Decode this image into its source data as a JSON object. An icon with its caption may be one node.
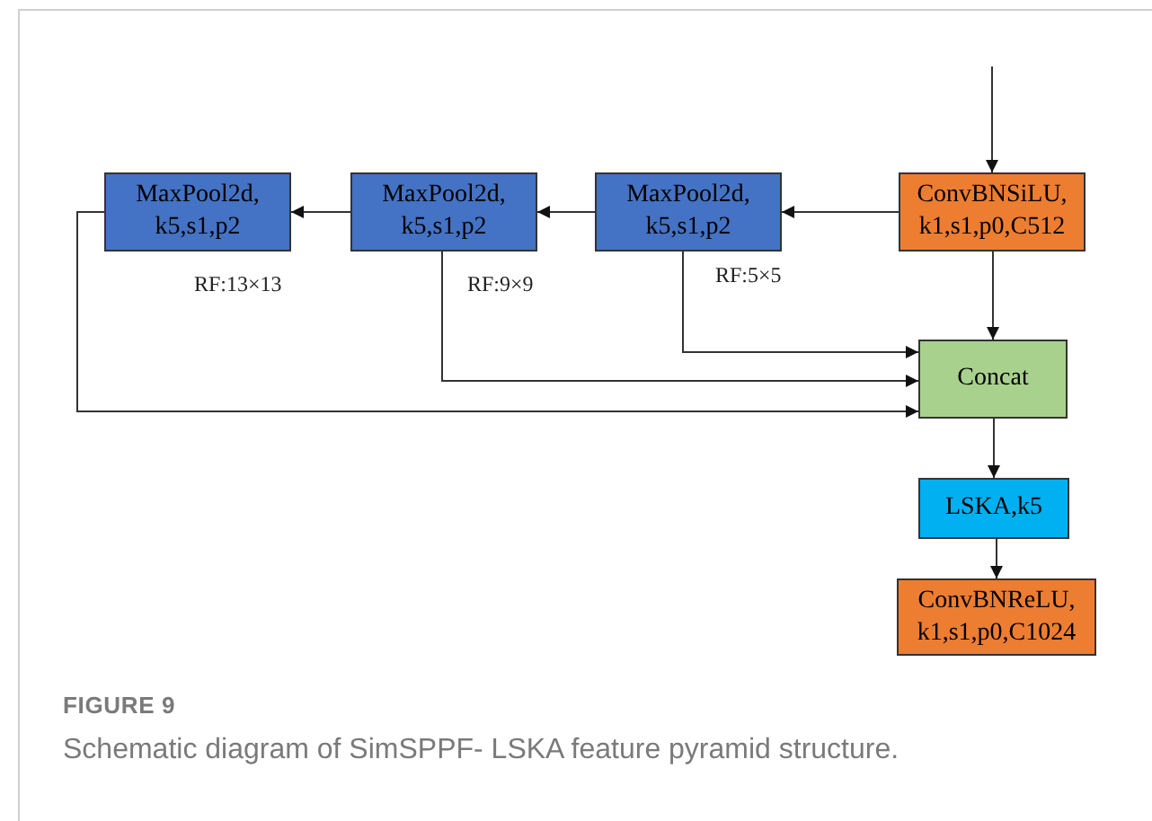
{
  "diagram": {
    "title": "FIGURE 9",
    "caption": "Schematic diagram of SimSPPF- LSKA feature pyramid structure.",
    "nodes": [
      {
        "text": [
          "MaxPool2d, k5,s1,p2"
        ],
        "beside": [
          "RF:13×13"
        ]
      },
      {
        "text": [
          "MaxPool2d, k5,s1,p2"
        ],
        "beside": [
          "RF:9×9"
        ]
      },
      {
        "text": [
          "MaxPool2d, k5,s1,p2"
        ],
        "beside": [
          "RF:5×5"
        ]
      },
      {
        "text": [
          "ConvBNSiLU, k1,s1,p0,C512"
        ]
      },
      {
        "text": [
          "Concat"
        ]
      },
      {
        "text": [
          "LSKA,k5"
        ]
      },
      {
        "text": [
          "ConvBNReLU, k1,s1,p0,C1024"
        ]
      }
    ],
    "edges": [
      {
        "from": null,
        "to": 3,
        "arrow": "to"
      },
      {
        "from": 3,
        "to": 2,
        "arrow": "to"
      },
      {
        "from": 2,
        "to": 1,
        "arrow": "to"
      },
      {
        "from": 1,
        "to": 0,
        "arrow": "to"
      },
      {
        "from": 3,
        "to": 4,
        "arrow": "to"
      },
      {
        "from": 2,
        "to": 4,
        "arrow": "to"
      },
      {
        "from": 1,
        "to": 4,
        "arrow": "to"
      },
      {
        "from": 0,
        "to": 4,
        "arrow": "to"
      },
      {
        "from": 4,
        "to": 5,
        "arrow": "to"
      },
      {
        "from": 5,
        "to": 6,
        "arrow": "to"
      }
    ]
  }
}
